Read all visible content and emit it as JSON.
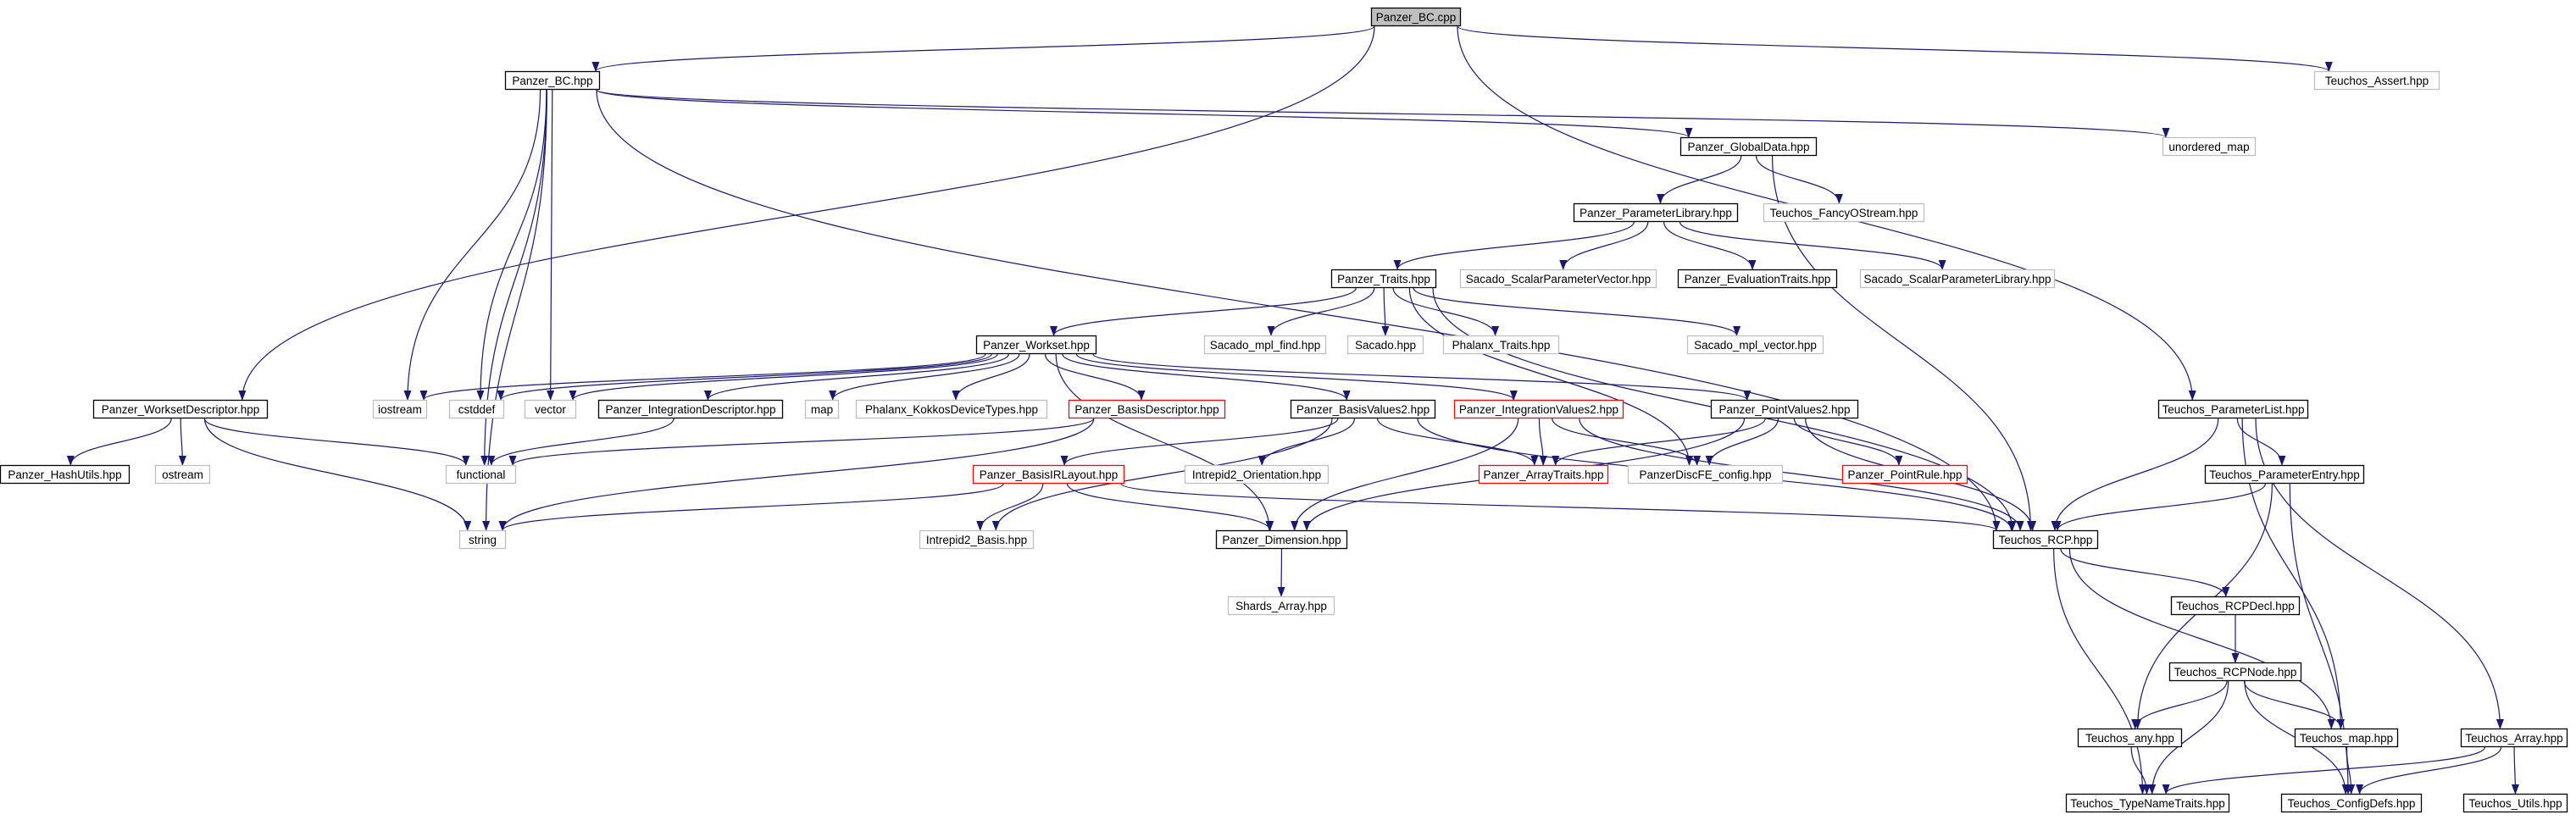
{
  "diagram": {
    "title": "",
    "colors": {
      "edge": "#191970",
      "normal_border": "#000000",
      "external_border": "#bfbfbf",
      "red_border": "#ff0000",
      "root_fill": "#bfbfbf",
      "node_fill": "#ffffff",
      "text": "#000000"
    },
    "nodes": [
      {
        "id": "bc_cpp",
        "label": "Panzer_BC.cpp",
        "style": "root"
      },
      {
        "id": "bc_hpp",
        "label": "Panzer_BC.hpp",
        "style": "normal"
      },
      {
        "id": "teuchos_assert",
        "label": "Teuchos_Assert.hpp",
        "style": "external"
      },
      {
        "id": "unordered_map",
        "label": "unordered_map",
        "style": "external"
      },
      {
        "id": "globaldata",
        "label": "Panzer_GlobalData.hpp",
        "style": "normal"
      },
      {
        "id": "paramlib",
        "label": "Panzer_ParameterLibrary.hpp",
        "style": "normal"
      },
      {
        "id": "fancyostream",
        "label": "Teuchos_FancyOStream.hpp",
        "style": "external"
      },
      {
        "id": "traits",
        "label": "Panzer_Traits.hpp",
        "style": "normal"
      },
      {
        "id": "sacado_spv",
        "label": "Sacado_ScalarParameterVector.hpp",
        "style": "external"
      },
      {
        "id": "evaltraits",
        "label": "Panzer_EvaluationTraits.hpp",
        "style": "normal"
      },
      {
        "id": "sacado_spl",
        "label": "Sacado_ScalarParameterLibrary.hpp",
        "style": "external"
      },
      {
        "id": "workset",
        "label": "Panzer_Workset.hpp",
        "style": "normal"
      },
      {
        "id": "sacado_mpl_find",
        "label": "Sacado_mpl_find.hpp",
        "style": "external"
      },
      {
        "id": "sacado",
        "label": "Sacado.hpp",
        "style": "external"
      },
      {
        "id": "phalanx_traits",
        "label": "Phalanx_Traits.hpp",
        "style": "external"
      },
      {
        "id": "sacado_mpl_vector",
        "label": "Sacado_mpl_vector.hpp",
        "style": "external"
      },
      {
        "id": "wsdesc",
        "label": "Panzer_WorksetDescriptor.hpp",
        "style": "normal"
      },
      {
        "id": "iostream",
        "label": "iostream",
        "style": "external"
      },
      {
        "id": "cstddef",
        "label": "cstddef",
        "style": "external"
      },
      {
        "id": "vector",
        "label": "vector",
        "style": "external"
      },
      {
        "id": "intdesc",
        "label": "Panzer_IntegrationDescriptor.hpp",
        "style": "normal"
      },
      {
        "id": "map",
        "label": "map",
        "style": "external"
      },
      {
        "id": "phalanx_kokkos",
        "label": "Phalanx_KokkosDeviceTypes.hpp",
        "style": "external"
      },
      {
        "id": "basisdesc",
        "label": "Panzer_BasisDescriptor.hpp",
        "style": "red"
      },
      {
        "id": "basisvalues2",
        "label": "Panzer_BasisValues2.hpp",
        "style": "normal"
      },
      {
        "id": "intvalues2",
        "label": "Panzer_IntegrationValues2.hpp",
        "style": "red"
      },
      {
        "id": "pointvalues2",
        "label": "Panzer_PointValues2.hpp",
        "style": "normal"
      },
      {
        "id": "paramlist",
        "label": "Teuchos_ParameterList.hpp",
        "style": "normal"
      },
      {
        "id": "hashutils",
        "label": "Panzer_HashUtils.hpp",
        "style": "normal"
      },
      {
        "id": "ostream",
        "label": "ostream",
        "style": "external"
      },
      {
        "id": "functional",
        "label": "functional",
        "style": "external"
      },
      {
        "id": "basisirlayout",
        "label": "Panzer_BasisIRLayout.hpp",
        "style": "red"
      },
      {
        "id": "intrepid_orient",
        "label": "Intrepid2_Orientation.hpp",
        "style": "external"
      },
      {
        "id": "arraytraits",
        "label": "Panzer_ArrayTraits.hpp",
        "style": "red"
      },
      {
        "id": "discfe",
        "label": "PanzerDiscFE_config.hpp",
        "style": "external"
      },
      {
        "id": "pointrule",
        "label": "Panzer_PointRule.hpp",
        "style": "red"
      },
      {
        "id": "paramentry",
        "label": "Teuchos_ParameterEntry.hpp",
        "style": "normal"
      },
      {
        "id": "string",
        "label": "string",
        "style": "external"
      },
      {
        "id": "intrepid_basis",
        "label": "Intrepid2_Basis.hpp",
        "style": "external"
      },
      {
        "id": "dimension",
        "label": "Panzer_Dimension.hpp",
        "style": "normal"
      },
      {
        "id": "rcp",
        "label": "Teuchos_RCP.hpp",
        "style": "normal"
      },
      {
        "id": "shards",
        "label": "Shards_Array.hpp",
        "style": "external"
      },
      {
        "id": "rcpdecl",
        "label": "Teuchos_RCPDecl.hpp",
        "style": "normal"
      },
      {
        "id": "rcpnode",
        "label": "Teuchos_RCPNode.hpp",
        "style": "normal"
      },
      {
        "id": "any",
        "label": "Teuchos_any.hpp",
        "style": "normal"
      },
      {
        "id": "tmap",
        "label": "Teuchos_map.hpp",
        "style": "normal"
      },
      {
        "id": "tarray",
        "label": "Teuchos_Array.hpp",
        "style": "normal"
      },
      {
        "id": "typenametraits",
        "label": "Teuchos_TypeNameTraits.hpp",
        "style": "normal"
      },
      {
        "id": "configdefs",
        "label": "Teuchos_ConfigDefs.hpp",
        "style": "normal"
      },
      {
        "id": "utils",
        "label": "Teuchos_Utils.hpp",
        "style": "normal"
      }
    ],
    "edges": [
      [
        "bc_cpp",
        "bc_hpp"
      ],
      [
        "bc_cpp",
        "teuchos_assert"
      ],
      [
        "bc_cpp",
        "wsdesc"
      ],
      [
        "bc_cpp",
        "paramlist"
      ],
      [
        "bc_hpp",
        "unordered_map"
      ],
      [
        "bc_hpp",
        "globaldata"
      ],
      [
        "bc_hpp",
        "rcp"
      ],
      [
        "bc_hpp",
        "iostream"
      ],
      [
        "bc_hpp",
        "cstddef"
      ],
      [
        "bc_hpp",
        "vector"
      ],
      [
        "bc_hpp",
        "functional"
      ],
      [
        "bc_hpp",
        "string"
      ],
      [
        "globaldata",
        "paramlib"
      ],
      [
        "globaldata",
        "fancyostream"
      ],
      [
        "globaldata",
        "rcp"
      ],
      [
        "paramlib",
        "traits"
      ],
      [
        "paramlib",
        "sacado_spv"
      ],
      [
        "paramlib",
        "evaltraits"
      ],
      [
        "paramlib",
        "sacado_spl"
      ],
      [
        "traits",
        "workset"
      ],
      [
        "traits",
        "sacado_mpl_find"
      ],
      [
        "traits",
        "sacado"
      ],
      [
        "traits",
        "phalanx_traits"
      ],
      [
        "traits",
        "sacado_mpl_vector"
      ],
      [
        "traits",
        "discfe"
      ],
      [
        "traits",
        "rcp"
      ],
      [
        "workset",
        "iostream"
      ],
      [
        "workset",
        "cstddef"
      ],
      [
        "workset",
        "vector"
      ],
      [
        "workset",
        "intdesc"
      ],
      [
        "workset",
        "map"
      ],
      [
        "workset",
        "phalanx_kokkos"
      ],
      [
        "workset",
        "basisdesc"
      ],
      [
        "workset",
        "basisvalues2"
      ],
      [
        "workset",
        "intvalues2"
      ],
      [
        "workset",
        "pointvalues2"
      ],
      [
        "workset",
        "dimension"
      ],
      [
        "wsdesc",
        "hashutils"
      ],
      [
        "wsdesc",
        "ostream"
      ],
      [
        "wsdesc",
        "functional"
      ],
      [
        "wsdesc",
        "string"
      ],
      [
        "intdesc",
        "functional"
      ],
      [
        "basisdesc",
        "functional"
      ],
      [
        "basisdesc",
        "string"
      ],
      [
        "basisvalues2",
        "basisirlayout"
      ],
      [
        "basisvalues2",
        "intrepid_orient"
      ],
      [
        "basisvalues2",
        "arraytraits"
      ],
      [
        "basisvalues2",
        "intrepid_basis"
      ],
      [
        "basisvalues2",
        "rcp"
      ],
      [
        "intvalues2",
        "arraytraits"
      ],
      [
        "intvalues2",
        "discfe"
      ],
      [
        "intvalues2",
        "dimension"
      ],
      [
        "intvalues2",
        "rcp"
      ],
      [
        "pointvalues2",
        "arraytraits"
      ],
      [
        "pointvalues2",
        "discfe"
      ],
      [
        "pointvalues2",
        "pointrule"
      ],
      [
        "pointvalues2",
        "dimension"
      ],
      [
        "pointvalues2",
        "rcp"
      ],
      [
        "basisirlayout",
        "intrepid_basis"
      ],
      [
        "basisirlayout",
        "dimension"
      ],
      [
        "basisirlayout",
        "rcp"
      ],
      [
        "basisirlayout",
        "string"
      ],
      [
        "dimension",
        "shards"
      ],
      [
        "paramlist",
        "paramentry"
      ],
      [
        "paramlist",
        "rcp"
      ],
      [
        "paramlist",
        "tmap"
      ],
      [
        "paramlist",
        "tarray"
      ],
      [
        "paramentry",
        "rcp"
      ],
      [
        "paramentry",
        "any"
      ],
      [
        "paramentry",
        "configdefs"
      ],
      [
        "rcp",
        "rcpdecl"
      ],
      [
        "rcp",
        "typenametraits"
      ],
      [
        "rcp",
        "tmap"
      ],
      [
        "rcpdecl",
        "rcpnode"
      ],
      [
        "rcpnode",
        "any"
      ],
      [
        "rcpnode",
        "tmap"
      ],
      [
        "rcpnode",
        "typenametraits"
      ],
      [
        "rcpnode",
        "configdefs"
      ],
      [
        "any",
        "typenametraits"
      ],
      [
        "tmap",
        "configdefs"
      ],
      [
        "tarray",
        "typenametraits"
      ],
      [
        "tarray",
        "configdefs"
      ],
      [
        "tarray",
        "utils"
      ]
    ]
  }
}
